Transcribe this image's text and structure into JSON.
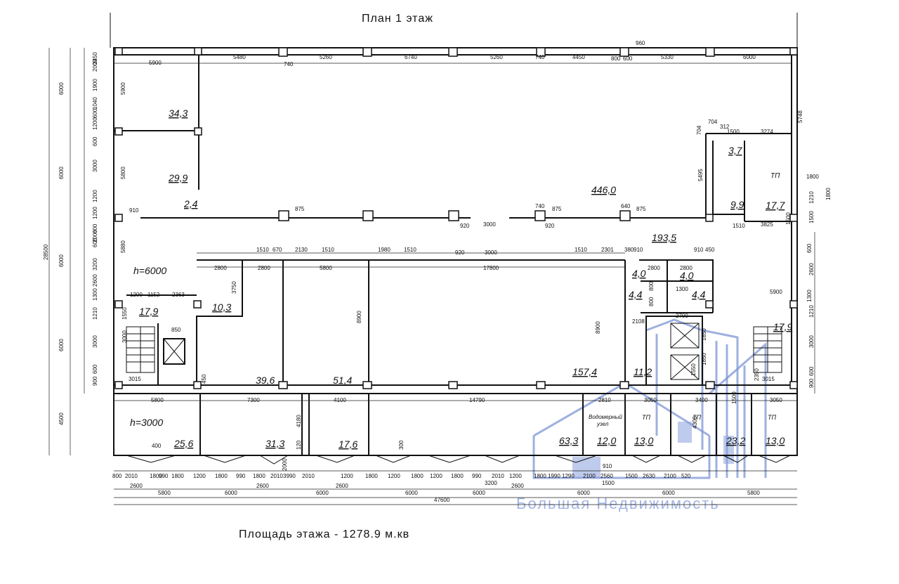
{
  "header": {
    "plan_title": "План 1 этаж",
    "floor_area": "Площадь этажа - 1278.9 м.кв"
  },
  "watermark": {
    "text": "Большая Недвижимость",
    "color": "#8aa0dc"
  },
  "rooms": [
    {
      "label": "34,3"
    },
    {
      "label": "29,9"
    },
    {
      "label": "2,4"
    },
    {
      "label": "446,0"
    },
    {
      "label": "3,7"
    },
    {
      "label": "9,9"
    },
    {
      "label": "17,7"
    },
    {
      "label": "193,5"
    },
    {
      "label": "4,0"
    },
    {
      "label": "4,0"
    },
    {
      "label": "4,4"
    },
    {
      "label": "4,4"
    },
    {
      "label": "10,3"
    },
    {
      "label": "17,9"
    },
    {
      "label": "17,9"
    },
    {
      "label": "39,6"
    },
    {
      "label": "51,4"
    },
    {
      "label": "157,4"
    },
    {
      "label": "11,2"
    },
    {
      "label": "25,6"
    },
    {
      "label": "31,3"
    },
    {
      "label": "17,6"
    },
    {
      "label": "63,3"
    },
    {
      "label": "12,0"
    },
    {
      "label": "13,0"
    },
    {
      "label": "23,2"
    },
    {
      "label": "13,0"
    }
  ],
  "notes": {
    "h1": "h=6000",
    "h2": "h=3000",
    "tp": "ТП",
    "tp_small": "ТП",
    "vodomer_1": "Водомерный",
    "vodomer_2": "узел"
  },
  "dims_top": [
    "5900",
    "5480",
    "740",
    "5260",
    "6740",
    "5260",
    "740",
    "4450",
    "800",
    "600",
    "5330",
    "6000",
    "960"
  ],
  "dims_mid_row1": [
    "910",
    "740",
    "640",
    "3000",
    "875",
    "875",
    "875",
    "920",
    "920"
  ],
  "dims_mid_row2": [
    "1510",
    "670",
    "2130",
    "1510",
    "1980",
    "1510",
    "920",
    "3000",
    "1510",
    "2301",
    "380",
    "910",
    "910",
    "450"
  ],
  "dims_mid_row3": [
    "2800",
    "2800",
    "5800",
    "17800",
    "2800",
    "2800"
  ],
  "dims_bottom_row1": [
    "5800",
    "7300",
    "4100",
    "14790",
    "2810",
    "3050",
    "3400",
    "3050"
  ],
  "dims_bottom_row2": [
    "800",
    "2010",
    "1800",
    "990",
    "1800",
    "1200",
    "1800",
    "990",
    "1800",
    "2010",
    "3990",
    "2010",
    "1200",
    "1800",
    "1200",
    "1800",
    "1200",
    "1800",
    "990",
    "2010",
    "1200",
    "1800",
    "1990",
    "1290",
    "2100",
    "2560",
    "1500",
    "2630",
    "2100",
    "520"
  ],
  "dims_bottom_row3": [
    "2600",
    "2600",
    "2600",
    "2600",
    "910",
    "1500"
  ],
  "dims_bottom_row4": [
    "5800",
    "6000",
    "6000",
    "6000",
    "6000",
    "6000",
    "6000",
    "5800",
    "3200"
  ],
  "dims_total": "47600",
  "dims_left_outer": [
    "6000",
    "6000",
    "28500",
    "6000",
    "6000",
    "4500"
  ],
  "dims_left_inner": [
    "2450",
    "2000",
    "1900",
    "1040",
    "600",
    "1200",
    "600",
    "3000",
    "1200",
    "1200",
    "600",
    "2000",
    "600",
    "3200",
    "2600",
    "1300",
    "1210",
    "3000",
    "600",
    "900"
  ],
  "dims_left_inner2": [
    "5900",
    "5800",
    "5880",
    "3000",
    "1550"
  ],
  "dims_right": [
    "5748",
    "1800",
    "1210",
    "1800",
    "1500",
    "1500",
    "600",
    "2600",
    "1300",
    "1210",
    "3000",
    "600",
    "900",
    "5495",
    "704",
    "704",
    "312",
    "1500",
    "3274",
    "3825",
    "1510"
  ],
  "dims_misc": [
    "1200",
    "1152",
    "2363",
    "850",
    "3015",
    "3015",
    "450",
    "3750",
    "8900",
    "8900",
    "4180",
    "120",
    "400",
    "300",
    "2000",
    "5900",
    "2700",
    "1850",
    "1850",
    "1550",
    "2108",
    "1300",
    "800",
    "800",
    "2350",
    "4300",
    "1500"
  ]
}
